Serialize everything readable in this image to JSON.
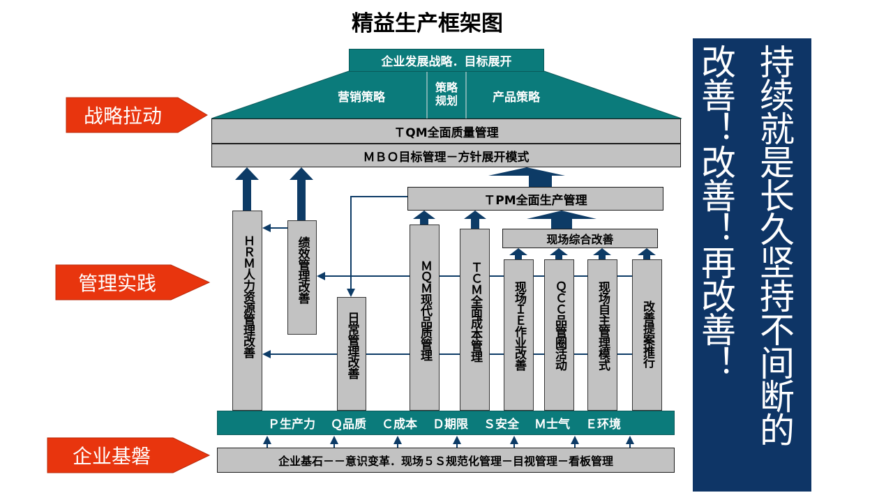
{
  "title": "精益生产框架图",
  "roof": {
    "top": "企业发展战略．目标展开",
    "left": "营销策略",
    "middle": "策略\n规划",
    "right": "产品策略"
  },
  "bands": {
    "tqm": "ＴQM全面质量管理",
    "mbo": "ＭＢＯ目标管理－方针展开模式",
    "tpm": "ＴPM全面生产管理",
    "site_improve": "现场综合改善"
  },
  "labels": {
    "strategy": "战略拉动",
    "management": "管理实践",
    "foundation": "企业基磐"
  },
  "pillars": {
    "hrm": "ＨＲＭ人力资源管理改善",
    "performance": "绩效管理改善",
    "daily": "日常管理改善",
    "mqm": "ＭＱＭ现代品质管理",
    "tcm": "ＴＣＭ全面成本管理",
    "ie": "现场ＩＥ作业改善",
    "qcc": "ＱＣＣ品管圈活动",
    "autonomous": "现场自主管理模式",
    "suggestion": "改善提案推行"
  },
  "pqcd": {
    "p": "Ｐ生产力",
    "q": "Ｑ品质",
    "c": "Ｃ成本",
    "d": "Ｄ期限",
    "s": "Ｓ安全",
    "m": "Ｍ士气",
    "e": "Ｅ环境"
  },
  "base": "企业基石－－意识变革．现场５Ｓ规范化管理－目视管理－看板管理",
  "slogan": {
    "col1": "持续就是长久坚持不间断的",
    "col2": "改善！改善！再改善！"
  },
  "colors": {
    "teal": "#0b7b7b",
    "grey": "#c2c2c2",
    "navy": "#0e3566",
    "arrow": "#0d3b66",
    "callout": "#e8350e"
  }
}
